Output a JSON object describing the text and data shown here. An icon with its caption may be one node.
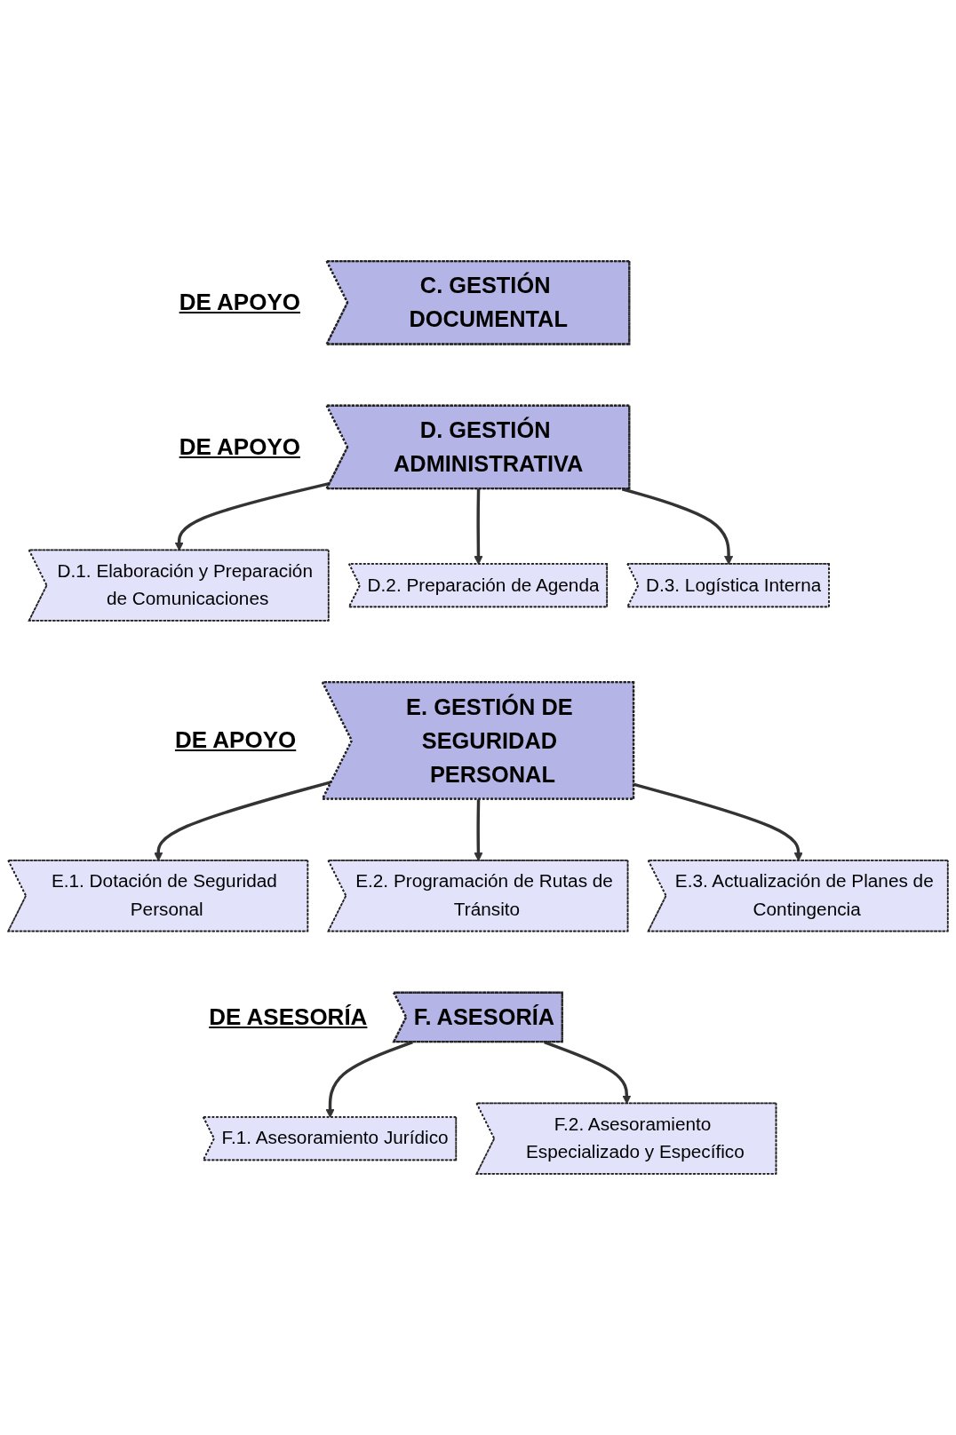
{
  "diagram": {
    "nodes": [
      {
        "text": [
          "C. GESTIÓN DOCUMENTAL"
        ],
        "beside": [
          "DE APOYO"
        ]
      },
      {
        "text": [
          "D. GESTIÓN ADMINISTRATIVA"
        ],
        "beside": [
          "DE APOYO"
        ]
      },
      {
        "text": [
          "D.1. Elaboración y Preparación de Comunicaciones"
        ]
      },
      {
        "text": [
          "D.2. Preparación de Agenda"
        ]
      },
      {
        "text": [
          "D.3. Logística Interna"
        ]
      },
      {
        "text": [
          "E. GESTIÓN DE SEGURIDAD PERSONAL"
        ],
        "beside": [
          "DE APOYO"
        ]
      },
      {
        "text": [
          "E.1. Dotación de Seguridad Personal"
        ]
      },
      {
        "text": [
          "E.2. Programación de Rutas de Tránsito"
        ]
      },
      {
        "text": [
          "E.3. Actualización de Planes de Contingencia"
        ]
      },
      {
        "text": [
          "F. ASESORÍA"
        ],
        "beside": [
          "DE ASESORÍA"
        ]
      },
      {
        "text": [
          "F.1. Asesoramiento Jurídico"
        ]
      },
      {
        "text": [
          "F.2. Asesoramiento Especializado y Específico"
        ]
      }
    ],
    "edges": [
      {
        "from": 1,
        "to": 2,
        "arrow": "to"
      },
      {
        "from": 1,
        "to": 3,
        "arrow": "to"
      },
      {
        "from": 1,
        "to": 4,
        "arrow": "to"
      },
      {
        "from": 5,
        "to": 6,
        "arrow": "to"
      },
      {
        "from": 5,
        "to": 7,
        "arrow": "to"
      },
      {
        "from": 5,
        "to": 8,
        "arrow": "to"
      },
      {
        "from": 9,
        "to": 10,
        "arrow": "to"
      },
      {
        "from": 9,
        "to": 11,
        "arrow": "to"
      }
    ]
  }
}
